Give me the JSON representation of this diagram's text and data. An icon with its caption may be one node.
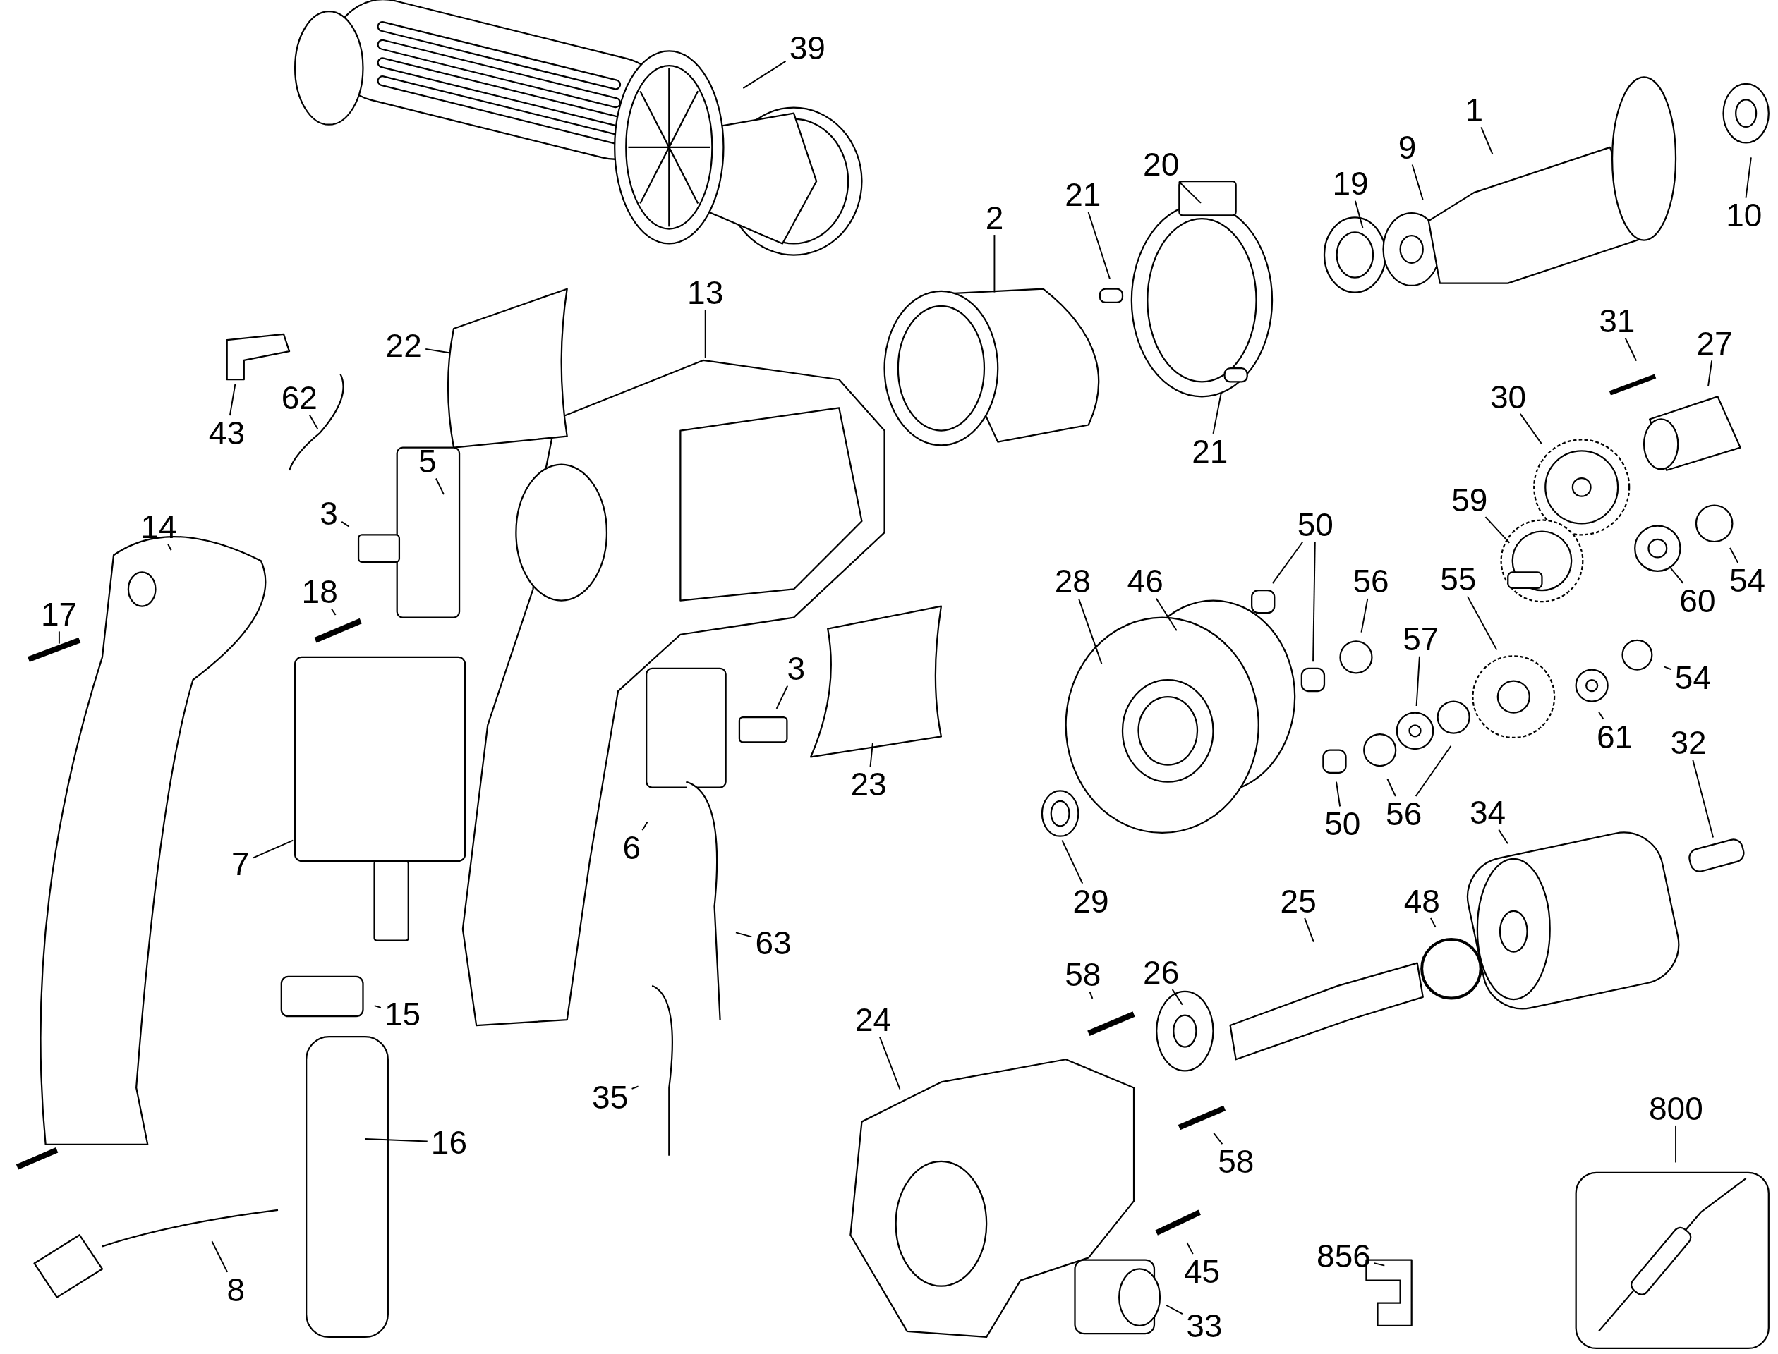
{
  "diagram": {
    "nodes": [
      {
        "text": [
          "39"
        ]
      },
      {
        "text": [
          "20"
        ]
      },
      {
        "text": [
          "1"
        ]
      },
      {
        "text": [
          "9"
        ]
      },
      {
        "text": [
          "21"
        ]
      },
      {
        "text": [
          "2"
        ]
      },
      {
        "text": [
          "19"
        ]
      },
      {
        "text": [
          "10"
        ]
      },
      {
        "text": [
          "13"
        ]
      },
      {
        "text": [
          "22"
        ]
      },
      {
        "text": [
          "31"
        ]
      },
      {
        "text": [
          "27"
        ]
      },
      {
        "text": [
          "43"
        ]
      },
      {
        "text": [
          "62"
        ]
      },
      {
        "text": [
          "30"
        ]
      },
      {
        "text": [
          "21"
        ]
      },
      {
        "text": [
          "5"
        ]
      },
      {
        "text": [
          "3"
        ]
      },
      {
        "text": [
          "14"
        ]
      },
      {
        "text": [
          "59"
        ]
      },
      {
        "text": [
          "50"
        ]
      },
      {
        "text": [
          "60"
        ]
      },
      {
        "text": [
          "46"
        ]
      },
      {
        "text": [
          "28"
        ]
      },
      {
        "text": [
          "54"
        ]
      },
      {
        "text": [
          "18"
        ]
      },
      {
        "text": [
          "56"
        ]
      },
      {
        "text": [
          "17"
        ]
      },
      {
        "text": [
          "57"
        ]
      },
      {
        "text": [
          "3"
        ]
      },
      {
        "text": [
          "55"
        ]
      },
      {
        "text": [
          "54"
        ]
      },
      {
        "text": [
          "61"
        ]
      },
      {
        "text": [
          "32"
        ]
      },
      {
        "text": [
          "34"
        ]
      },
      {
        "text": [
          "23"
        ]
      },
      {
        "text": [
          "50"
        ]
      },
      {
        "text": [
          "56"
        ]
      },
      {
        "text": [
          "6"
        ]
      },
      {
        "text": [
          "7"
        ]
      },
      {
        "text": [
          "29"
        ]
      },
      {
        "text": [
          "48"
        ]
      },
      {
        "text": [
          "25"
        ]
      },
      {
        "text": [
          "63"
        ]
      },
      {
        "text": [
          "58"
        ]
      },
      {
        "text": [
          "26"
        ]
      },
      {
        "text": [
          "15"
        ]
      },
      {
        "text": [
          "24"
        ]
      },
      {
        "text": [
          "35"
        ]
      },
      {
        "text": [
          "800"
        ]
      },
      {
        "text": [
          "16"
        ]
      },
      {
        "text": [
          "58"
        ]
      },
      {
        "text": [
          "8"
        ]
      },
      {
        "text": [
          "856"
        ]
      },
      {
        "text": [
          "45"
        ]
      },
      {
        "text": [
          "33"
        ]
      }
    ],
    "edges": [
      {
        "from": 0,
        "to": null,
        "arrow": "none"
      },
      {
        "from": 1,
        "to": null,
        "arrow": "none"
      },
      {
        "from": 2,
        "to": null,
        "arrow": "none"
      },
      {
        "from": 3,
        "to": null,
        "arrow": "none"
      },
      {
        "from": 4,
        "to": null,
        "arrow": "none"
      },
      {
        "from": 5,
        "to": null,
        "arrow": "none"
      },
      {
        "from": 6,
        "to": null,
        "arrow": "none"
      },
      {
        "from": 7,
        "to": null,
        "arrow": "none"
      },
      {
        "from": 8,
        "to": null,
        "arrow": "none"
      },
      {
        "from": 9,
        "to": null,
        "arrow": "none"
      },
      {
        "from": 10,
        "to": null,
        "arrow": "none"
      },
      {
        "from": 11,
        "to": null,
        "arrow": "none"
      },
      {
        "from": 12,
        "to": null,
        "arrow": "none"
      },
      {
        "from": 13,
        "to": null,
        "arrow": "none"
      },
      {
        "from": 14,
        "to": null,
        "arrow": "none"
      },
      {
        "from": 15,
        "to": null,
        "arrow": "none"
      },
      {
        "from": 16,
        "to": null,
        "arrow": "none"
      },
      {
        "from": 17,
        "to": null,
        "arrow": "none"
      },
      {
        "from": 18,
        "to": null,
        "arrow": "none"
      },
      {
        "from": 19,
        "to": null,
        "arrow": "none"
      },
      {
        "from": 20,
        "to": null,
        "arrow": "none"
      },
      {
        "from": 20,
        "to": null,
        "arrow": "none"
      },
      {
        "from": 21,
        "to": null,
        "arrow": "none"
      },
      {
        "from": 22,
        "to": null,
        "arrow": "none"
      },
      {
        "from": 23,
        "to": null,
        "arrow": "none"
      },
      {
        "from": 24,
        "to": null,
        "arrow": "none"
      },
      {
        "from": 25,
        "to": null,
        "arrow": "none"
      },
      {
        "from": 26,
        "to": null,
        "arrow": "none"
      },
      {
        "from": 27,
        "to": null,
        "arrow": "none"
      },
      {
        "from": 28,
        "to": null,
        "arrow": "none"
      },
      {
        "from": 29,
        "to": null,
        "arrow": "none"
      },
      {
        "from": 30,
        "to": null,
        "arrow": "none"
      },
      {
        "from": 31,
        "to": null,
        "arrow": "none"
      },
      {
        "from": 32,
        "to": null,
        "arrow": "none"
      },
      {
        "from": 33,
        "to": null,
        "arrow": "none"
      },
      {
        "from": 34,
        "to": null,
        "arrow": "none"
      },
      {
        "from": 35,
        "to": null,
        "arrow": "none"
      },
      {
        "from": 36,
        "to": null,
        "arrow": "none"
      },
      {
        "from": 37,
        "to": null,
        "arrow": "none"
      },
      {
        "from": 37,
        "to": null,
        "arrow": "none"
      },
      {
        "from": 38,
        "to": null,
        "arrow": "none"
      },
      {
        "from": 39,
        "to": null,
        "arrow": "none"
      },
      {
        "from": 40,
        "to": null,
        "arrow": "none"
      },
      {
        "from": 41,
        "to": null,
        "arrow": "none"
      },
      {
        "from": 42,
        "to": null,
        "arrow": "none"
      },
      {
        "from": 43,
        "to": null,
        "arrow": "none"
      },
      {
        "from": 44,
        "to": null,
        "arrow": "none"
      },
      {
        "from": 45,
        "to": null,
        "arrow": "none"
      },
      {
        "from": 46,
        "to": null,
        "arrow": "none"
      },
      {
        "from": 47,
        "to": null,
        "arrow": "none"
      },
      {
        "from": 48,
        "to": null,
        "arrow": "none"
      },
      {
        "from": 49,
        "to": null,
        "arrow": "none"
      },
      {
        "from": 50,
        "to": null,
        "arrow": "none"
      },
      {
        "from": 51,
        "to": null,
        "arrow": "none"
      },
      {
        "from": 52,
        "to": null,
        "arrow": "none"
      },
      {
        "from": 53,
        "to": null,
        "arrow": "none"
      },
      {
        "from": 54,
        "to": null,
        "arrow": "none"
      },
      {
        "from": 55,
        "to": null,
        "arrow": "none"
      }
    ]
  }
}
